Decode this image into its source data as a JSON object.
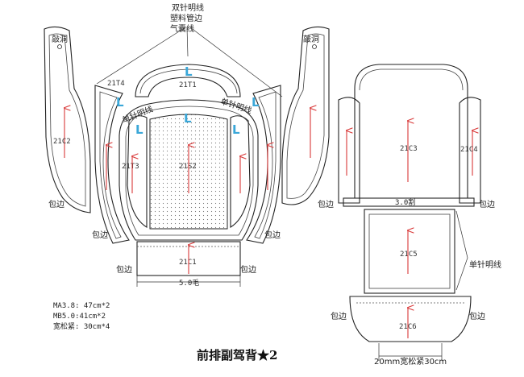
{
  "title": "前排副驾背★2",
  "top_labels": [
    "双针明线",
    "塑料管边",
    "气囊线"
  ],
  "hole_labels": [
    "敲洞",
    "敲洞"
  ],
  "pieces": {
    "c2": "21C2",
    "t4": "21T4",
    "t1": "21T1",
    "t3": "21T3",
    "s2": "21S2",
    "c1": "21C1",
    "c3": "21C3",
    "c4": "21C4",
    "c5": "21C5",
    "c6": "21C6"
  },
  "seam_labels": [
    "单针明线",
    "单针明线"
  ],
  "edge_labels": [
    "包边",
    "包边",
    "包边",
    "包边",
    "包边",
    "包边",
    "包边",
    "包边",
    "包边"
  ],
  "dimensions": {
    "d1": "5.0毛",
    "d2": "3.0割",
    "d3": "20mm宽松紧30cm"
  },
  "right_seam": "单针明线",
  "notes": [
    "MA3.8: 47cm*2",
    "MB5.0:41cm*2",
    "宽松紧: 30cm*4"
  ],
  "direction_mark": "L",
  "colors": {
    "arrow": "#d93a3a",
    "L_mark": "#3aa7d8"
  }
}
